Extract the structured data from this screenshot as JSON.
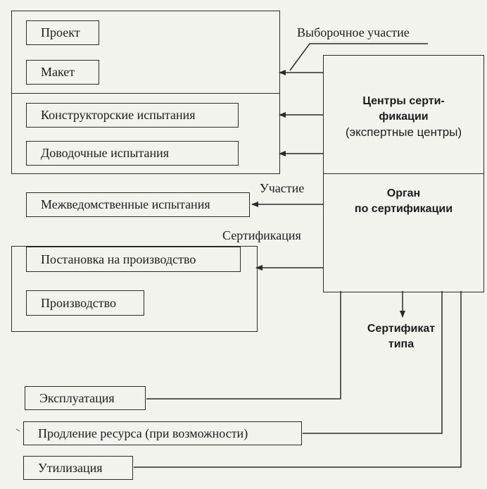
{
  "boxes": {
    "proekt": "Проект",
    "maket": "Макет",
    "konstr": "Конструкторские испытания",
    "dovod": "Доводочные испытания",
    "mezhved": "Межведомственные испытания",
    "postanovka": "Постановка на производство",
    "proizvodstvo": "Производство",
    "ekspluatatsiya": "Эксплуатация",
    "prodlenie": "Продление ресурса (при возможности)",
    "utilizatsiya": "Утилизация"
  },
  "centers": {
    "line1": "Центры серти-",
    "line2": "фикации",
    "line3": "(экспертные центры)"
  },
  "organ": {
    "line1": "Орган",
    "line2": "по сертификации"
  },
  "certificate": {
    "line1": "Сертификат",
    "line2": "типа"
  },
  "labels": {
    "selective": "Выборочное участие",
    "participation": "Участие",
    "certification": "Сертификация"
  }
}
